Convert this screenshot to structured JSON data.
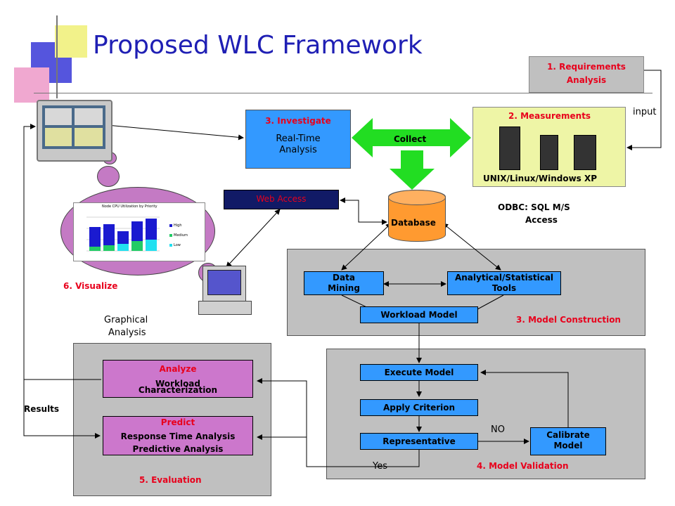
{
  "title": "Proposed WLC Framework",
  "requirements": {
    "label_line1": "1. Requirements",
    "label_line2": "Analysis"
  },
  "input_label": "input",
  "measurements": {
    "label": "2. Measurements",
    "os": "UNIX/Linux/Windows XP"
  },
  "investigate": {
    "label": "3. Investigate",
    "line1": "Real-Time",
    "line2": "Analysis"
  },
  "collect_label": "Collect",
  "web_access_label": "Web Access",
  "database_label": "Database",
  "odbc": {
    "line1": "ODBC: SQL M/S",
    "line2": "Access"
  },
  "model_construction": {
    "data_mining": {
      "line1": "Data",
      "line2": "Mining"
    },
    "analytical": {
      "line1": "Analytical/Statistical",
      "line2": "Tools"
    },
    "workload_model": "Workload Model",
    "label": "3. Model  Construction"
  },
  "visualize_label": "6. Visualize",
  "graphical_analysis": {
    "line1": "Graphical",
    "line2": "Analysis"
  },
  "mini_chart": {
    "title": "Node CPU Utilization by Priority",
    "legend": [
      "High",
      "Medium",
      "Low"
    ],
    "colors": {
      "high": "#1a1ad0",
      "medium": "#22cc66",
      "low": "#22e0f0"
    }
  },
  "evaluation": {
    "analyze": {
      "label": "Analyze",
      "line1": "Workload",
      "line2": "Characterization"
    },
    "predict": {
      "label": "Predict",
      "line1": "Response Time Analysis",
      "line2": "Predictive Analysis"
    },
    "label": "5. Evaluation"
  },
  "results_label": "Results",
  "validation": {
    "execute_model": "Execute Model",
    "apply_criterion": "Apply Criterion",
    "representative": "Representative",
    "calibrate": {
      "line1": "Calibrate",
      "line2": "Model"
    },
    "no_label": "NO",
    "yes_label": "Yes",
    "label": "4. Model Validation"
  },
  "colors": {
    "title": "#1f1fb4",
    "red_label": "#e8001c",
    "panel": "#c0c0c0",
    "box_blue": "#3399ff",
    "box_lavender": "#cc77cc",
    "arrow_green": "#22dd22",
    "cloud": "#c47ac4"
  }
}
